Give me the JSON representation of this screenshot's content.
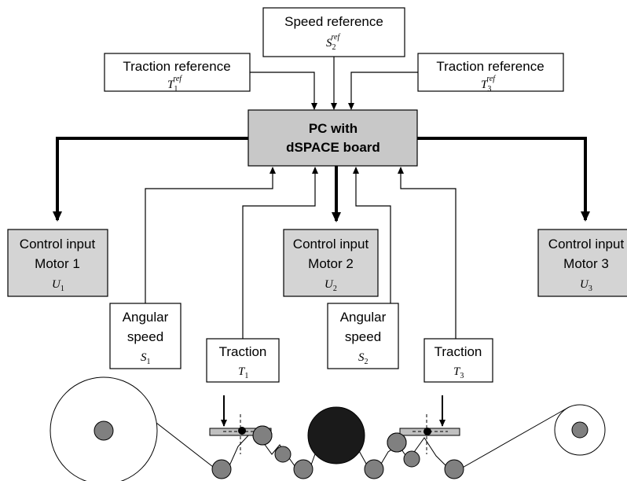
{
  "colors": {
    "box_fill": "#ffffff",
    "shaded_fill": "#d4d4d4",
    "pc_fill": "#c8c8c8",
    "line": "#000000",
    "roll_fill": "#808080",
    "drive_roll_fill": "#1a1a1a",
    "dancer_bar_fill": "#c0c0c0"
  },
  "references": {
    "speed": {
      "line1": "Speed reference",
      "sym": "S",
      "sub": "2",
      "sup": "ref"
    },
    "traction1": {
      "line1": "Traction reference",
      "sym": "T",
      "sub": "1",
      "sup": "ref"
    },
    "traction3": {
      "line1": "Traction reference",
      "sym": "T",
      "sub": "3",
      "sup": "ref"
    }
  },
  "controller": {
    "line1": "PC with",
    "line2": "dSPACE board"
  },
  "control_inputs": {
    "motor1": {
      "line1": "Control input",
      "line2": "Motor 1",
      "sym": "U",
      "sub": "1"
    },
    "motor2": {
      "line1": "Control input",
      "line2": "Motor 2",
      "sym": "U",
      "sub": "2"
    },
    "motor3": {
      "line1": "Control input",
      "line2": "Motor 3",
      "sym": "U",
      "sub": "3"
    }
  },
  "sensors": {
    "angular1": {
      "line1": "Angular",
      "line2": "speed",
      "sym": "S",
      "sub": "1"
    },
    "angular2": {
      "line1": "Angular",
      "line2": "speed",
      "sym": "S",
      "sub": "2"
    },
    "traction1": {
      "line1": "Traction",
      "sym": "T",
      "sub": "1"
    },
    "traction3": {
      "line1": "Traction",
      "sym": "T",
      "sub": "3"
    }
  },
  "web_system": {
    "unwinder": "unwinder-roll",
    "winder": "winder-roll",
    "drive_roll": "drive-roll",
    "dancers": [
      "dancer-1",
      "dancer-3"
    ]
  }
}
